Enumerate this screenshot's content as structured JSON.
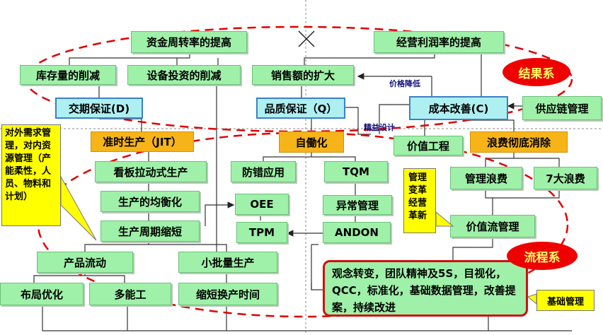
{
  "nodes": {
    "capital_turnover": "资金周转率的提高",
    "profit_improve": "经营利润率的提高",
    "inventory_reduce": "库存量的削减",
    "equipment_reduce": "设备投资的削减",
    "sales_expand": "销售额的扩大",
    "delivery": "交期保证(D)",
    "quality": "品质保证（Q）",
    "cost": "成本改善(C)",
    "supply_chain": "供应链管理",
    "jit": "准时生产（JIT）",
    "jidoka": "自働化",
    "value_eng": "价值工程",
    "waste_elim": "浪费彻底消除",
    "kanban": "看板拉动式生产",
    "poka_yoke": "防错应用",
    "tqm": "TQM",
    "mgmt_waste": "管理浪费",
    "seven_wastes": "7大浪费",
    "leveling": "生产的均衡化",
    "oee": "OEE",
    "abnormal": "异常管理",
    "vsm": "价值流管理",
    "cycle_short": "生产周期缩短",
    "tpm": "TPM",
    "andon": "ANDON",
    "product_flow": "产品流动",
    "small_batch": "小批量生产",
    "layout_opt": "布局优化",
    "multi_skill": "多能工",
    "changeover": "缩短换产时间"
  },
  "foundation": "观念转变，团队精神及5S，目视化，QCC，标准化，基础数据管理，改善提案，持续改进",
  "callouts": {
    "left": "对外需求管理，对内资源管理（产能柔性，人员、物料和计划）",
    "mgmt_reform": "管理变革经营革新",
    "basic_mgmt": "基础管理"
  },
  "edge_labels": {
    "price_down": "价格降低",
    "lean_design": "精益设计"
  },
  "tags": {
    "result": "结果系",
    "process": "流程系"
  },
  "colors": {
    "green": "#9ff0a8",
    "cyan": "#aef0f2",
    "orange": "#f6b418",
    "yellow": "#ffff00",
    "red": "#ee0000"
  }
}
